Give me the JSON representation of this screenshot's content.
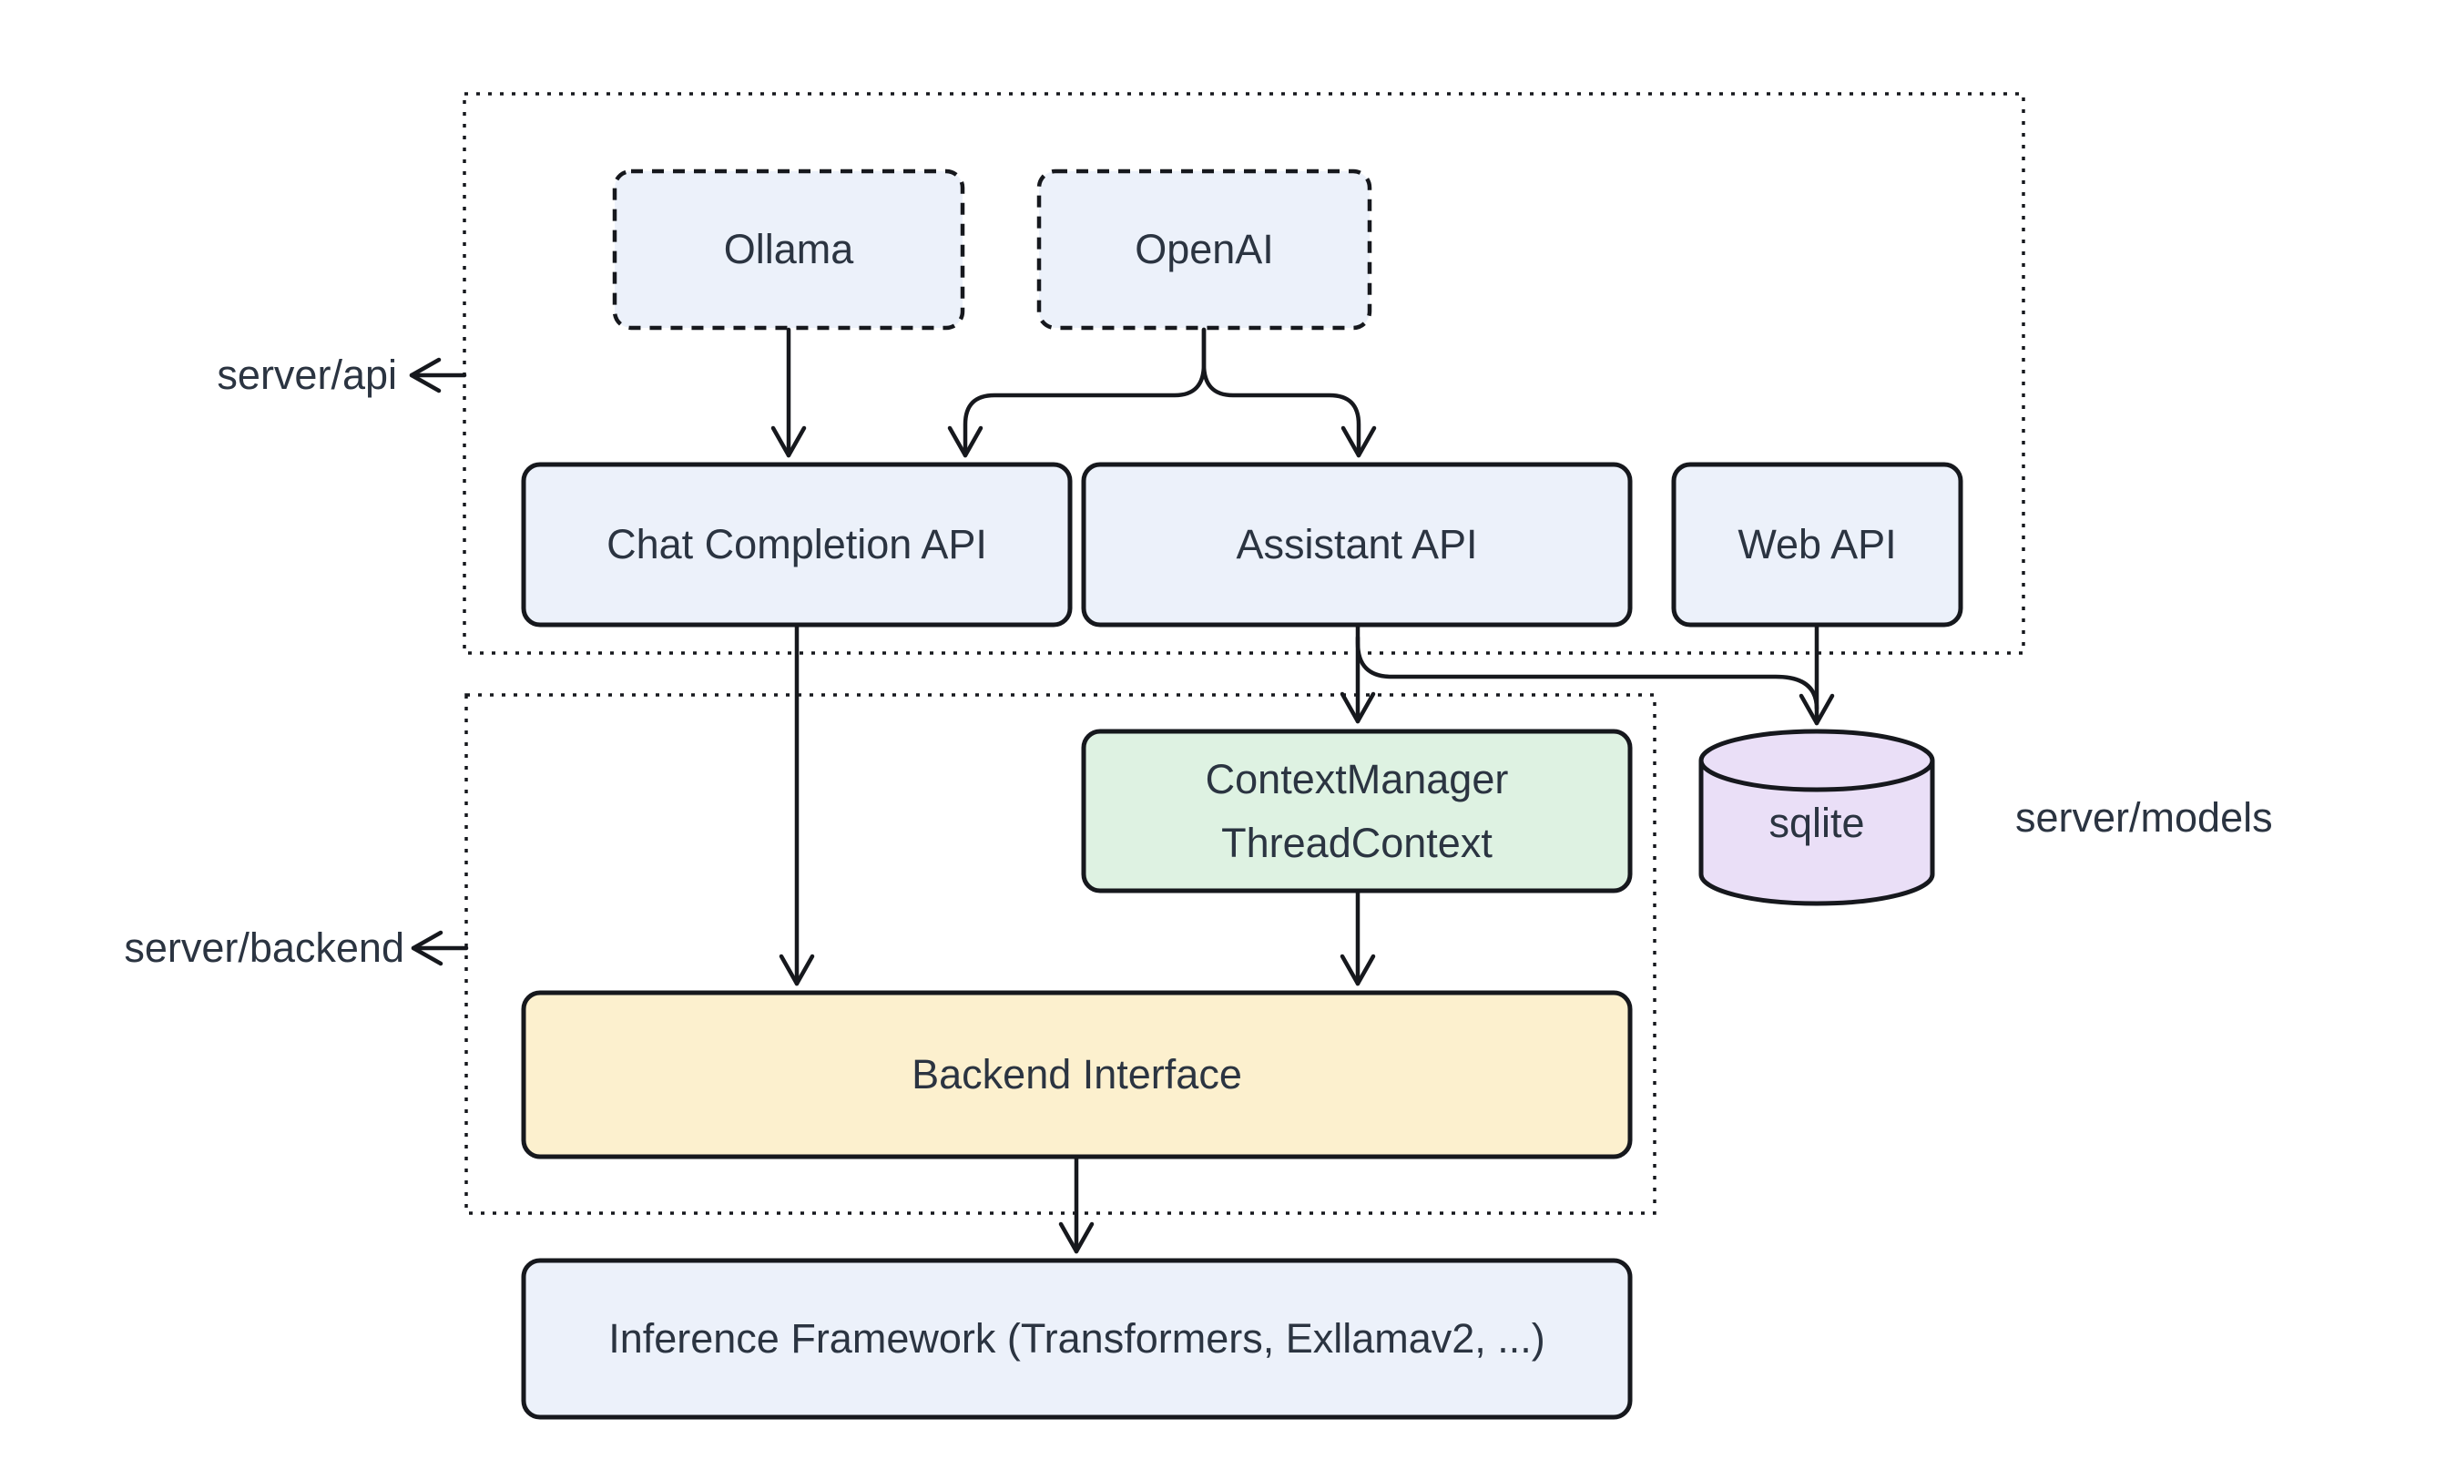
{
  "diagram": {
    "background": "#ffffff",
    "colors": {
      "node_blue": "#ECF1FA",
      "node_green": "#DEF2E2",
      "node_yellow": "#FCF0CE",
      "node_purple": "#EADFF7",
      "stroke": "#16181d",
      "text": "#2b3441"
    },
    "containers": {
      "api": {
        "label": "server/api"
      },
      "backend": {
        "label": "server/backend"
      }
    },
    "side_labels": {
      "models": "server/models"
    },
    "nodes": {
      "ollama": {
        "label": "Ollama"
      },
      "openai": {
        "label": "OpenAI"
      },
      "chat_completion_api": {
        "label": "Chat Completion API"
      },
      "assistant_api": {
        "label": "Assistant API"
      },
      "web_api": {
        "label": "Web API"
      },
      "context_manager": {
        "line1": "ContextManager",
        "line2": "ThreadContext"
      },
      "sqlite": {
        "label": "sqlite"
      },
      "backend_interface": {
        "label": "Backend Interface"
      },
      "inference_framework": {
        "label": "Inference Framework (Transformers, Exllamav2, ...)"
      }
    }
  }
}
